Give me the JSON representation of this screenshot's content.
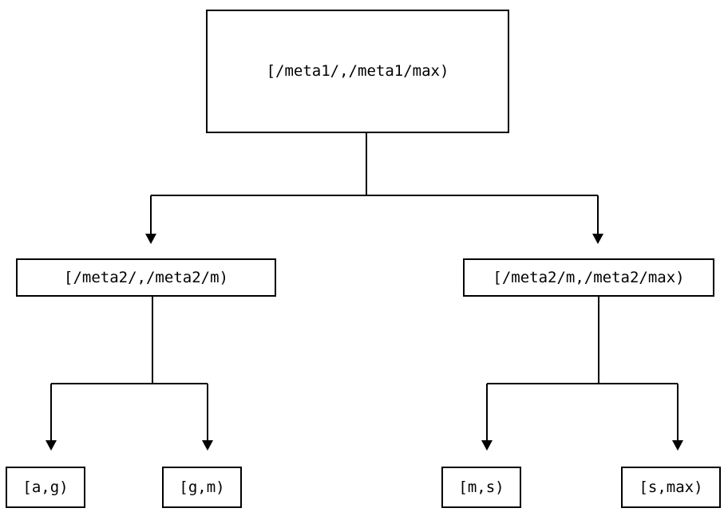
{
  "diagram": {
    "type": "interval-partition-tree",
    "background_color": "#ffffff",
    "line_color": "#000000",
    "text_color": "#000000",
    "nodes": {
      "root": {
        "label": "[/meta1/,/meta1/max)",
        "level": 0
      },
      "level2": [
        {
          "label": "[/meta2/,/meta2/m)",
          "level": 1
        },
        {
          "label": "[/meta2/m,/meta2/max)",
          "level": 1
        }
      ],
      "leaves": [
        {
          "label": "[a,g)",
          "level": 2
        },
        {
          "label": "[g,m)",
          "level": 2
        },
        {
          "label": "[m,s)",
          "level": 2
        },
        {
          "label": "[s,max)",
          "level": 2
        }
      ]
    },
    "edges": [
      {
        "from": "[/meta1/,/meta1/max)",
        "to": "[/meta2/,/meta2/m)"
      },
      {
        "from": "[/meta1/,/meta1/max)",
        "to": "[/meta2/m,/meta2/max)"
      },
      {
        "from": "[/meta2/,/meta2/m)",
        "to": "[a,g)"
      },
      {
        "from": "[/meta2/,/meta2/m)",
        "to": "[g,m)"
      },
      {
        "from": "[/meta2/m,/meta2/max)",
        "to": "[m,s)"
      },
      {
        "from": "[/meta2/m,/meta2/max)",
        "to": "[s,max)"
      }
    ]
  }
}
